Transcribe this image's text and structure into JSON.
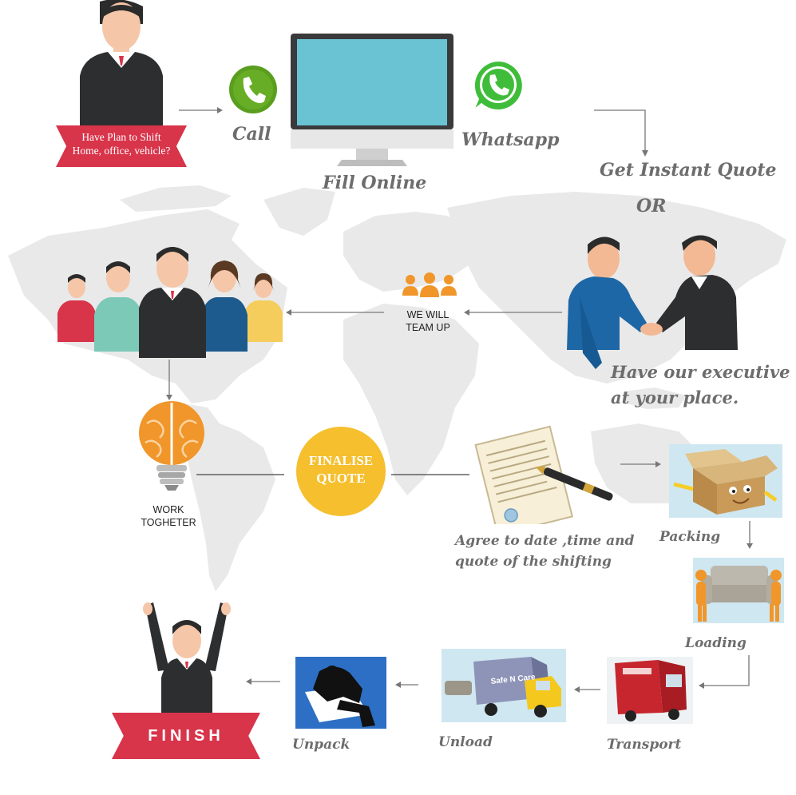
{
  "labels": {
    "plan_line1": "Have Plan to Shift",
    "plan_line2": "Home, office, vehicle?",
    "call": "Call",
    "fill_online": "Fill Online",
    "whatsapp": "Whatsapp",
    "instant_quote": "Get Instant Quote",
    "or": "OR",
    "we_will_1": "WE WILL",
    "we_will_2": "TEAM UP",
    "executive_1": "Have our executive",
    "executive_2": "at your place.",
    "work_1": "WORK",
    "work_2": "TOGHETER",
    "finalise_1": "FINALISE",
    "finalise_2": "QUOTE",
    "agree_1": "Agree to date ,time and",
    "agree_2": "quote of the shifting",
    "packing": "Packing",
    "loading": "Loading",
    "transport": "Transport",
    "unload": "Unload",
    "unpack": "Unpack",
    "finish": "FINISH",
    "truck_brand": "Safe N Care"
  },
  "colors": {
    "map": "#e8e8e8",
    "banner": "#d8344a",
    "quote_circle": "#f5bf2e",
    "whatsapp_green": "#3fbd3a",
    "call_green": "#5a9e1f",
    "label_gray": "#6d6d6d"
  },
  "icons": [
    "person-icon",
    "phone-icon",
    "monitor-icon",
    "whatsapp-icon",
    "handshake-icon",
    "team-icon",
    "brain-bulb-icon",
    "contract-icon",
    "box-icon",
    "sofa-icon",
    "truck-icon",
    "unpack-icon",
    "finish-person-icon"
  ]
}
